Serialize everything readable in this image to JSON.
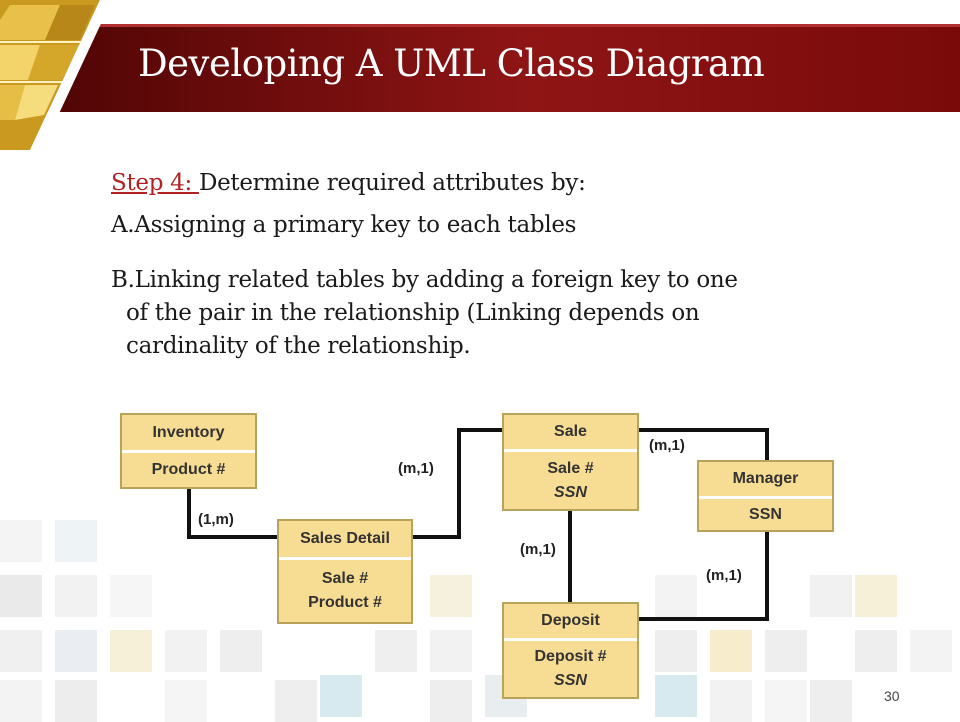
{
  "slide": {
    "title": "Developing  A UML Class Diagram",
    "step_label": "Step 4: ",
    "step_text": "Determine required attributes by:",
    "item_a": "A.Assigning a primary key to each tables",
    "item_b_line1": "B.Linking related tables by adding a foreign key to one",
    "item_b_line2": "of the pair in the relationship (Linking depends on",
    "item_b_line3": "cardinality of the relationship.",
    "page_number": "30"
  },
  "diagram": {
    "classes": {
      "inventory": {
        "name": "Inventory",
        "attrs": [
          "Product #"
        ]
      },
      "sales_detail": {
        "name": "Sales Detail",
        "attrs": [
          "Sale #",
          "Product #"
        ]
      },
      "sale": {
        "name": "Sale",
        "attrs": [
          "Sale #",
          "SSN"
        ]
      },
      "manager": {
        "name": "Manager",
        "attrs": [
          "SSN"
        ]
      },
      "deposit": {
        "name": "Deposit",
        "attrs": [
          "Deposit #",
          "SSN"
        ]
      }
    },
    "cardinalities": {
      "inventory_sales_detail": "(1,m)",
      "sales_detail_sale": "(m,1)",
      "sale_manager": "(m,1)",
      "sale_deposit": "(m,1)",
      "manager_deposit": "(m,1)"
    }
  },
  "colors": {
    "header": "#8f1515",
    "class_fill": "#f7dc93",
    "class_border": "#b7a35a",
    "step_label": "#b22222"
  }
}
